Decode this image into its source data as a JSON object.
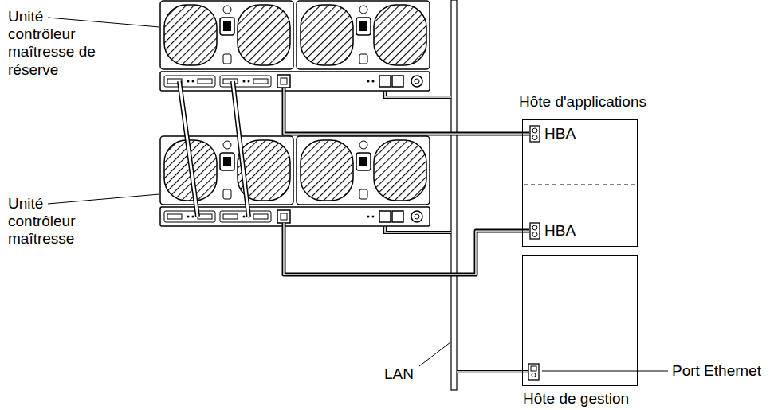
{
  "diagram": {
    "nodes": [
      {
        "text": [
          "Unité contrôleur maîtresse de réserve"
        ]
      },
      {
        "text": [
          "Unité contrôleur maîtresse"
        ]
      },
      {
        "text": [
          "Hôte d'applications"
        ]
      },
      {
        "text": [
          "HBA"
        ],
        "in": 2
      },
      {
        "text": [
          "HBA"
        ],
        "in": 2
      },
      {
        "text": [
          "Hôte de gestion"
        ]
      }
    ],
    "edges": [
      {
        "from": 0,
        "to": 1,
        "arrow": "none"
      },
      {
        "from": 0,
        "to": 1,
        "arrow": "none"
      },
      {
        "from": 0,
        "to": 3,
        "arrow": "none"
      },
      {
        "from": 1,
        "to": 4,
        "arrow": "none"
      }
    ],
    "labels": [
      "LAN",
      "Port Ethernet"
    ]
  }
}
